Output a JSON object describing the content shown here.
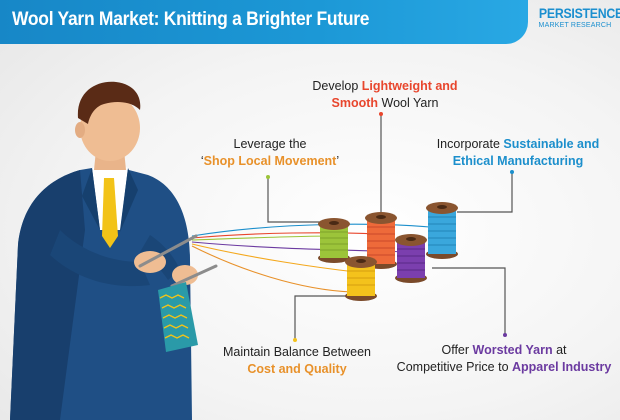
{
  "header": {
    "title": "Wool Yarn Market: Knitting a Brighter Future"
  },
  "logo": {
    "main": "PERSISTENCE",
    "sub": "MARKET RESEARCH"
  },
  "labels": {
    "top": {
      "line1_prefix": "Develop ",
      "line1_highlight": "Lightweight and",
      "line2_highlight": "Smooth",
      "line2_suffix": " Wool Yarn"
    },
    "left": {
      "line1": "Leverage the",
      "line2_prefix": "‘",
      "line2_highlight": "Shop Local Movement",
      "line2_suffix": "’"
    },
    "right": {
      "line1_prefix": "Incorporate ",
      "line1_highlight": "Sustainable and",
      "line2_highlight": "Ethical Manufacturing"
    },
    "bottom_left": {
      "line1": "Maintain Balance Between",
      "line2_highlight": "Cost and Quality"
    },
    "bottom_right": {
      "line1_prefix": "Offer ",
      "line1_highlight": "Worsted Yarn",
      "line1_suffix": " at",
      "line2_prefix": "Competitive Price to ",
      "line2_highlight": "Apparel Industry"
    }
  },
  "colors": {
    "header": "#1c98d6",
    "red": "#e8462d",
    "orange": "#e8912a",
    "blue": "#1c8fcc",
    "purple": "#6b3aa0",
    "green": "#9cc43a",
    "yellow": "#f4c21c"
  }
}
